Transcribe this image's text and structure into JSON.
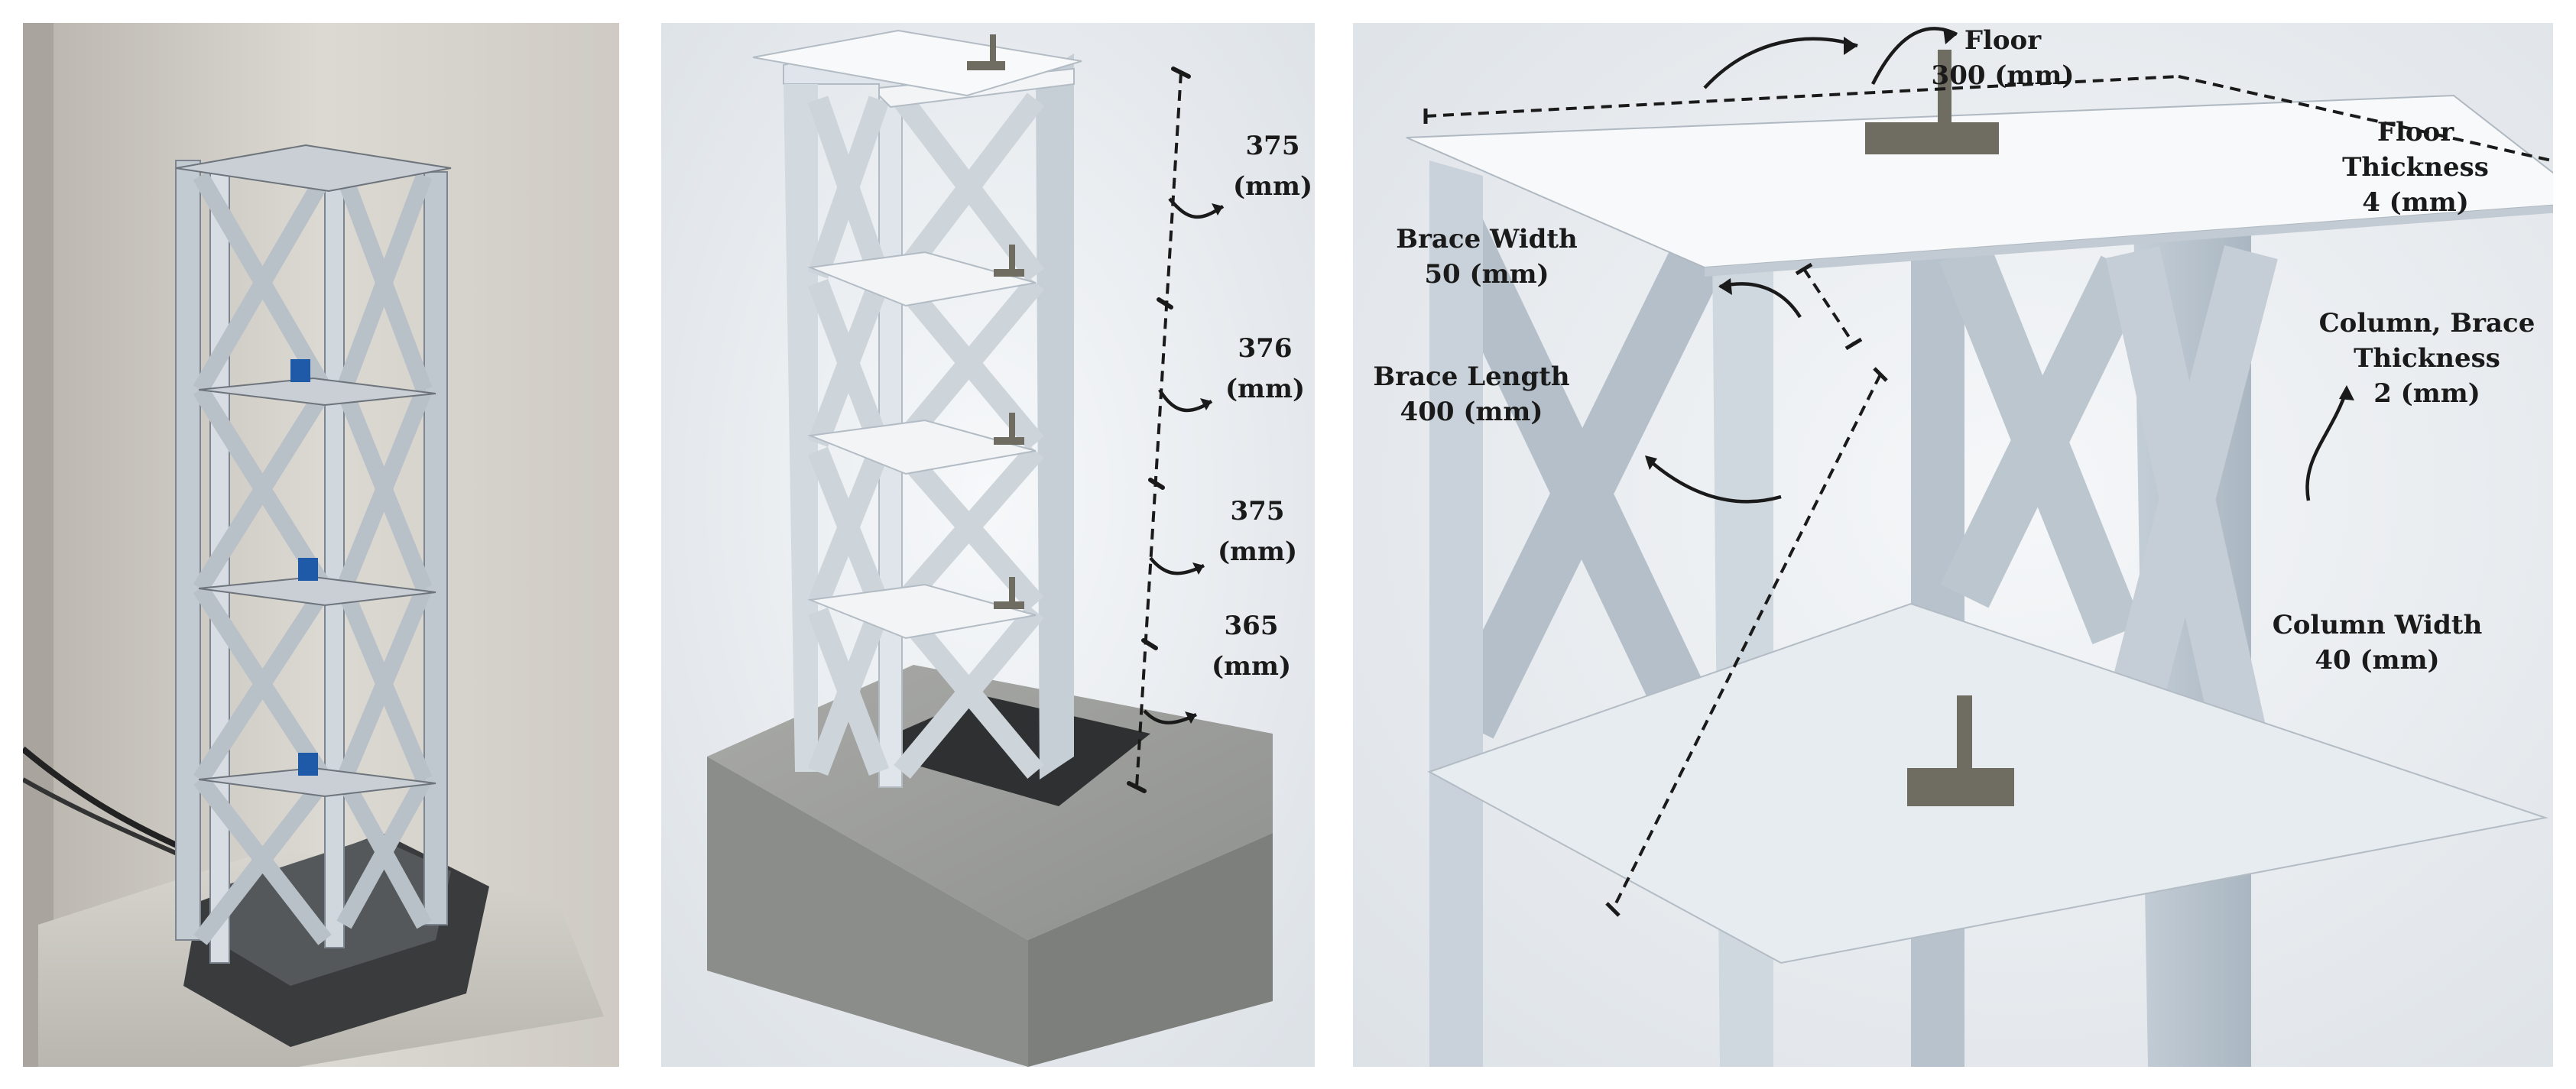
{
  "colors": {
    "steel": "#c9d2da",
    "floor": "#f4f6f8",
    "concrete": "#9a9c9a",
    "background_render": "#eef1f4",
    "annotation": "#1a1a1a"
  },
  "storey_heights": [
    {
      "value": "375",
      "unit": "(mm)"
    },
    {
      "value": "376",
      "unit": "(mm)"
    },
    {
      "value": "375",
      "unit": "(mm)"
    },
    {
      "value": "365",
      "unit": "(mm)"
    }
  ],
  "detail_labels": {
    "floor": {
      "line1": "Floor",
      "line2": "300 (mm)"
    },
    "floor_thickness": {
      "line1": "Floor",
      "line2": "Thickness",
      "line3": "4 (mm)"
    },
    "brace_width": {
      "line1": "Brace Width",
      "line2": "50 (mm)"
    },
    "column_brace_thickness": {
      "line1": "Column, Brace",
      "line2": "Thickness",
      "line3": "2 (mm)"
    },
    "brace_length": {
      "line1": "Brace Length",
      "line2": "400 (mm)"
    },
    "column_width": {
      "line1": "Column Width",
      "line2": "40 (mm)"
    }
  }
}
